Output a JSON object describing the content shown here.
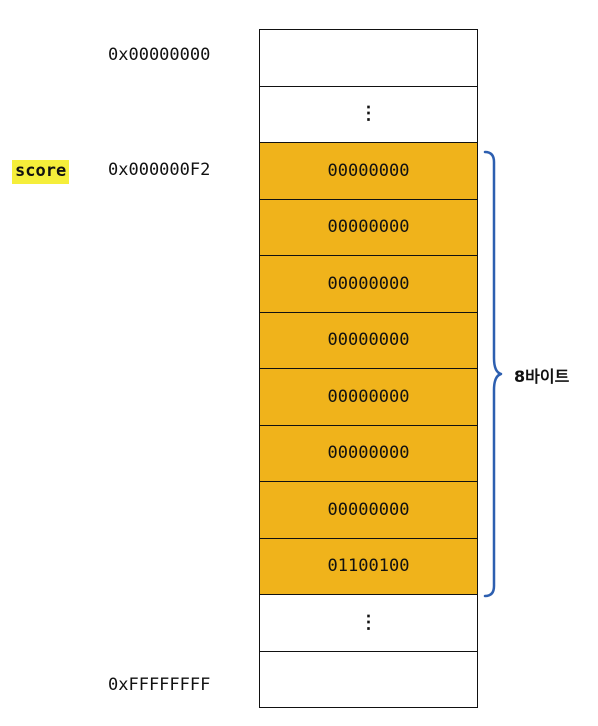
{
  "addresses": {
    "start": "0x00000000",
    "variable": "0x000000F2",
    "end": "0xFFFFFFFF"
  },
  "variable_name": "score",
  "ellipsis": "⋮",
  "cells": [
    {
      "kind": "empty",
      "text": ""
    },
    {
      "kind": "gap",
      "text": "⋮"
    },
    {
      "kind": "byte",
      "text": "00000000"
    },
    {
      "kind": "byte",
      "text": "00000000"
    },
    {
      "kind": "byte",
      "text": "00000000"
    },
    {
      "kind": "byte",
      "text": "00000000"
    },
    {
      "kind": "byte",
      "text": "00000000"
    },
    {
      "kind": "byte",
      "text": "00000000"
    },
    {
      "kind": "byte",
      "text": "00000000"
    },
    {
      "kind": "byte",
      "text": "01100100"
    },
    {
      "kind": "gap",
      "text": "⋮"
    },
    {
      "kind": "empty",
      "text": ""
    }
  ],
  "brace_label": "8바이트",
  "colors": {
    "byte_fill": "#f0b31b",
    "variable_highlight": "#f5ee3a",
    "brace": "#2d5fb0"
  }
}
